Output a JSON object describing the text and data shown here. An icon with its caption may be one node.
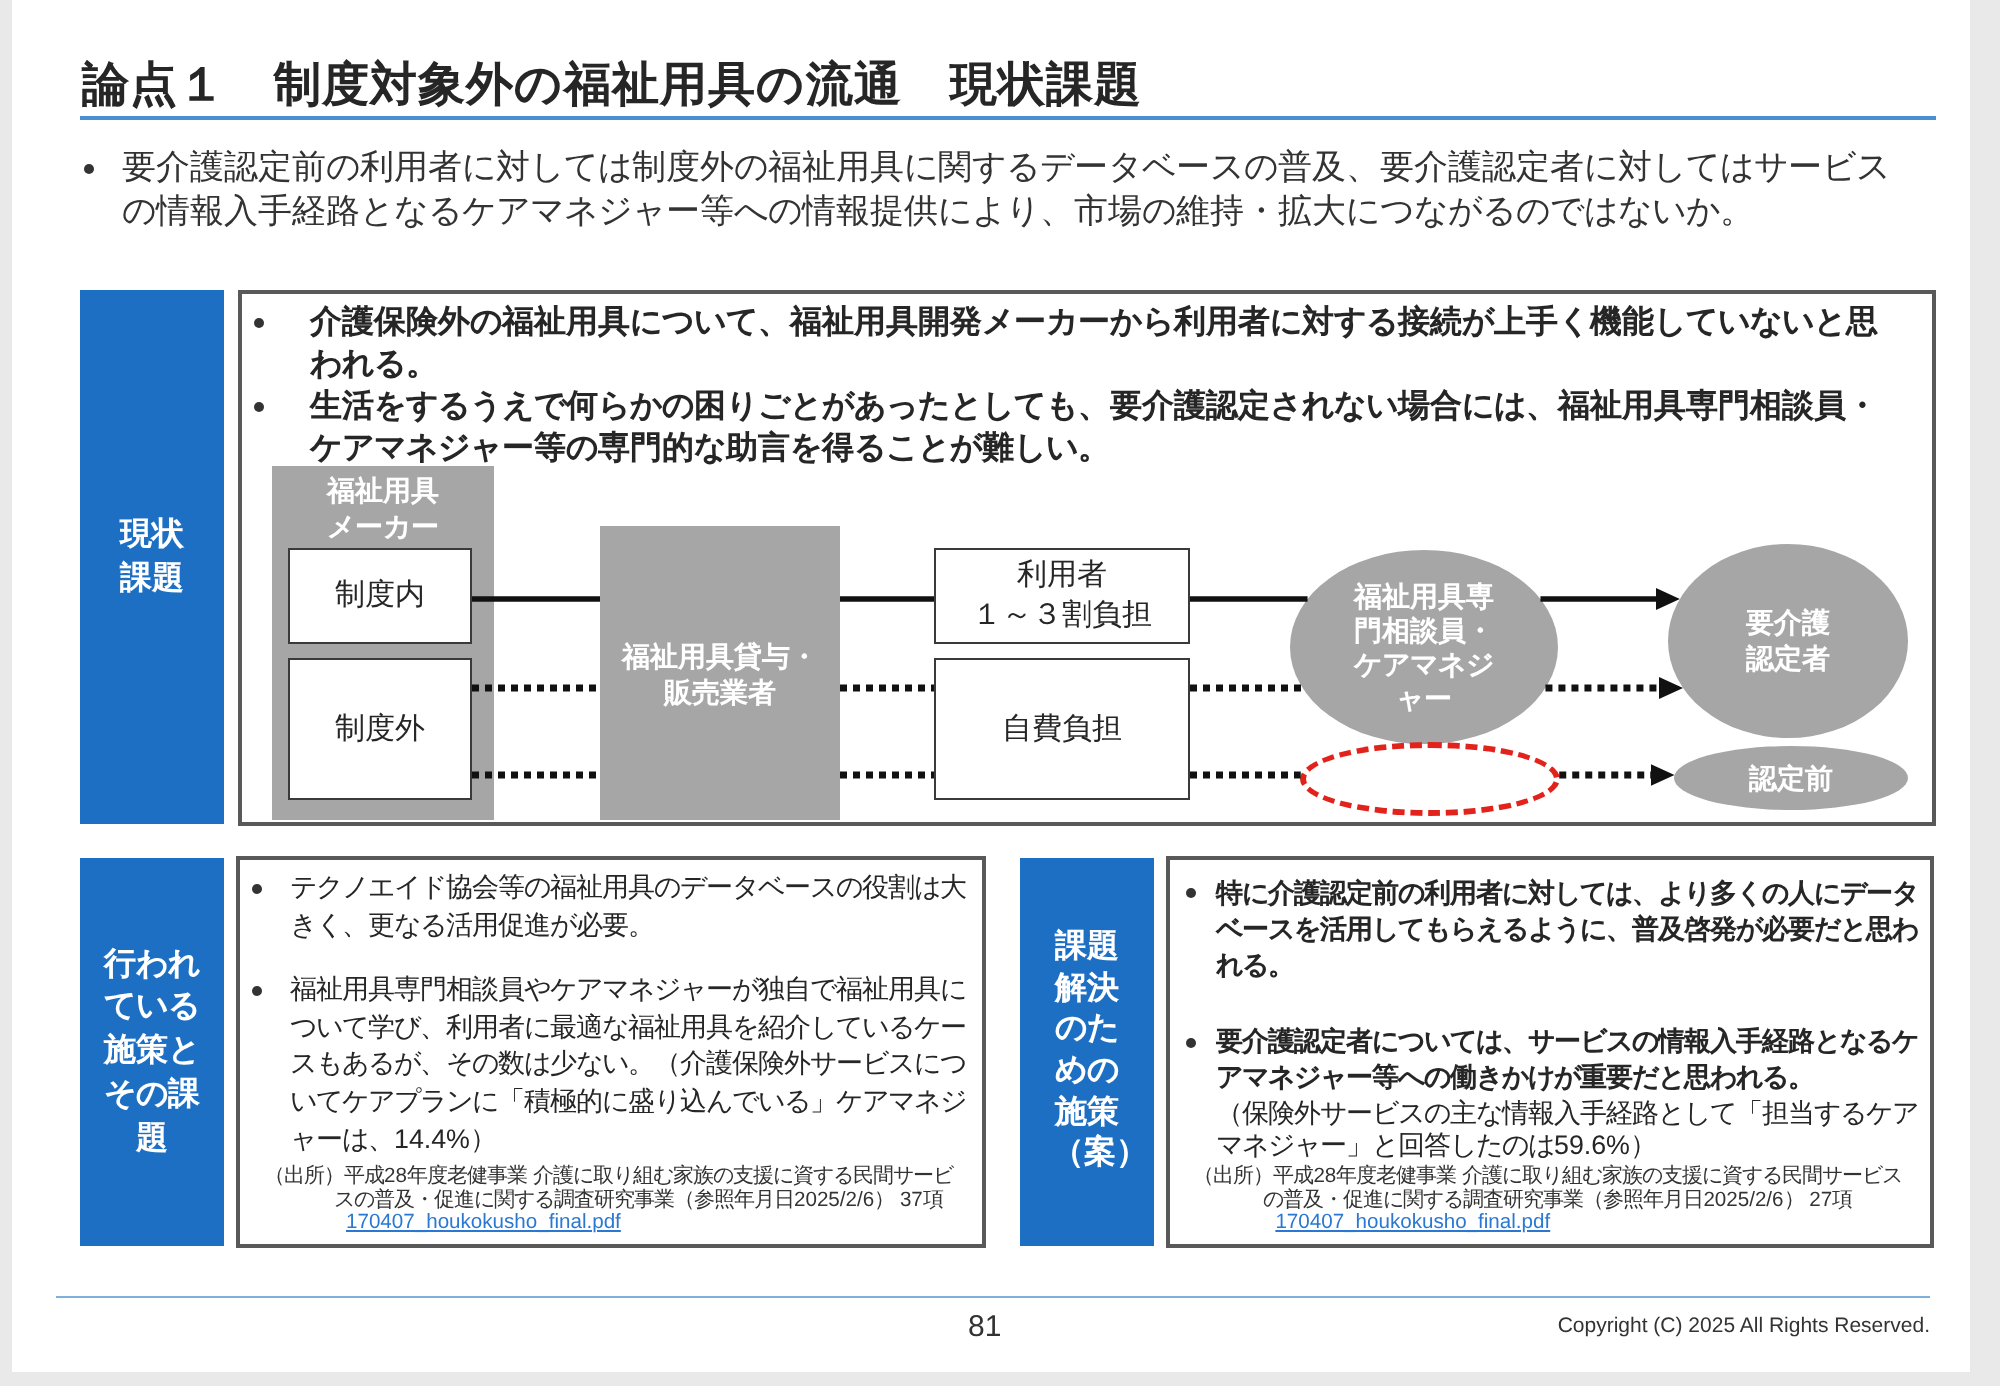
{
  "diagram": {
    "title": "論点１　制度対象外の福祉用具の流通　現状課題",
    "nodes": [
      {
        "text": [
          "現状課題"
        ]
      },
      {
        "text": [
          "介護保険外の福祉用具について、福祉用具開発メーカーから利用者に対する接続が上手く機能していないと思われる。",
          "生活をするうえで何らかの困りごとがあったとしても、要介護認定されない場合には、福祉用具専門相談員・ケアマネジャー等の専門的な助言を得ることが難しい。"
        ]
      },
      {
        "text": [
          "福祉用具メーカー"
        ],
        "in": 1
      },
      {
        "text": [
          "制度内"
        ],
        "in": 2
      },
      {
        "text": [
          "制度外"
        ],
        "in": 2
      },
      {
        "text": [
          "福祉用具貸与・販売業者"
        ],
        "in": 1
      },
      {
        "text": [
          "利用者",
          "１～３割負担"
        ],
        "in": 1
      },
      {
        "text": [
          "自費負担"
        ],
        "in": 1
      },
      {
        "text": [
          "福祉用具専門相談員・ケアマネジャー"
        ],
        "in": 1
      },
      {
        "text": [],
        "shape": "ellipse",
        "in": 1
      },
      {
        "text": [
          "要介護認定者"
        ],
        "in": 1
      },
      {
        "text": [
          "認定前"
        ],
        "in": 1
      },
      {
        "text": [
          "行われている施策とその課題"
        ]
      },
      {
        "text": [
          "テクノエイド協会等の福祉用具のデータベースの役割は大きく、更なる活用促進が必要。",
          "福祉用具専門相談員やケアマネジャーが独自で福祉用具について学び、利用者に最適な福祉用具を紹介しているケースもあるが、その数は少ない。（介護保険外サービスについてケアプランに「積極的に盛り込んでいる」ケアマネジャーは、14.4%）",
          "（出所）平成28年度老健事業 介護に取り組む家族の支援に資する民間サービスの普及・促進に関する調査研究事業（参照年月日2025/2/6） 37項",
          "170407_houkokusho_final.pdf"
        ]
      },
      {
        "text": [
          "課題解決のための施策（案）"
        ]
      },
      {
        "text": [
          "特に介護認定前の利用者に対しては、より多くの人にデータベースを活用してもらえるように、普及啓発が必要だと思われる。",
          "要介護認定者については、サービスの情報入手経路となるケアマネジャー等への働きかけが重要だと思われる。",
          "（保険外サービスの主な情報入手経路として「担当するケアマネジャー」と回答したのは59.6%）",
          "（出所）平成28年度老健事業 介護に取り組む家族の支援に資する民間サービスの普及・促進に関する調査研究事業（参照年月日2025/2/6） 27項",
          "170407_houkokusho_final.pdf"
        ]
      }
    ],
    "edges": [
      {
        "from": 3,
        "to": 5,
        "arrow": "none"
      },
      {
        "from": 5,
        "to": 6,
        "arrow": "none"
      },
      {
        "from": 6,
        "to": 8,
        "arrow": "none"
      },
      {
        "from": 8,
        "to": 10,
        "arrow": "to"
      },
      {
        "from": 4,
        "to": 5,
        "arrow": "none",
        "style": "dashed"
      },
      {
        "from": 5,
        "to": 7,
        "arrow": "none",
        "style": "dashed"
      },
      {
        "from": 7,
        "to": 8,
        "arrow": "none",
        "style": "dashed"
      },
      {
        "from": 8,
        "to": 10,
        "arrow": "to",
        "style": "dashed"
      },
      {
        "from": 4,
        "to": 5,
        "arrow": "none",
        "style": "dashed"
      },
      {
        "from": 5,
        "to": 7,
        "arrow": "none",
        "style": "dashed"
      },
      {
        "from": 7,
        "to": 9,
        "arrow": "none",
        "style": "dashed"
      },
      {
        "from": 9,
        "to": 11,
        "arrow": "to",
        "style": "dashed"
      }
    ],
    "labels": [
      "要介護認定前の利用者に対しては制度外の福祉用具に関するデータベースの普及、要介護認定者に対してはサービスの情報入手経路となるケアマネジャー等への情報提供により、市場の維持・拡大につながるのではないか。",
      "81",
      "Copyright (C) 2025 All Rights Reserved."
    ]
  }
}
